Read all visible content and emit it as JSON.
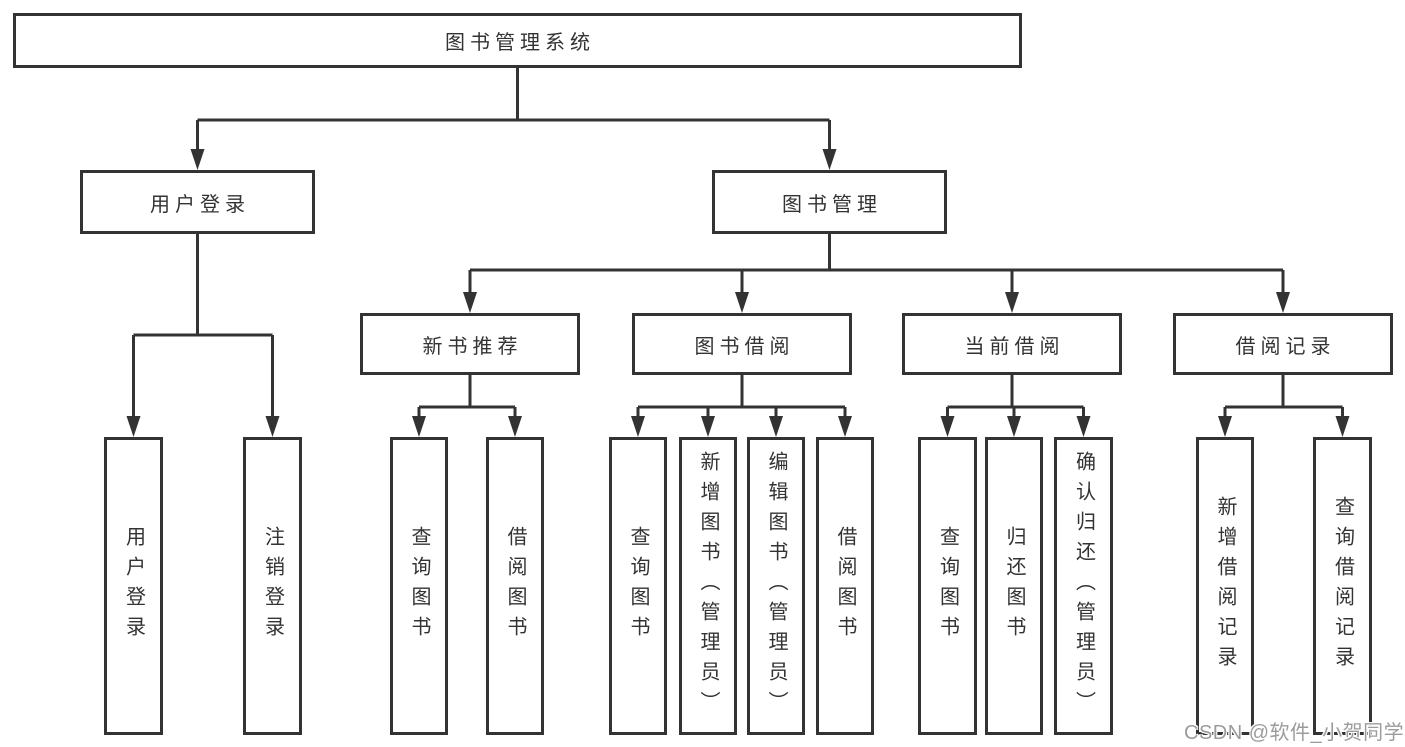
{
  "diagram_title": "图书管理系统",
  "tree": {
    "label": "图书管理系统",
    "children": [
      {
        "label": "用户登录",
        "children": [
          {
            "label": "用户登录"
          },
          {
            "label": "注销登录"
          }
        ]
      },
      {
        "label": "图书管理",
        "children": [
          {
            "label": "新书推荐",
            "children": [
              {
                "label": "查询图书"
              },
              {
                "label": "借阅图书"
              }
            ]
          },
          {
            "label": "图书借阅",
            "children": [
              {
                "label": "查询图书"
              },
              {
                "label": "新增图书（管理员）"
              },
              {
                "label": "编辑图书（管理员）"
              },
              {
                "label": "借阅图书"
              }
            ]
          },
          {
            "label": "当前借阅",
            "children": [
              {
                "label": "查询图书"
              },
              {
                "label": "归还图书"
              },
              {
                "label": "确认归还（管理员）"
              }
            ]
          },
          {
            "label": "借阅记录",
            "children": [
              {
                "label": "新增借阅记录"
              },
              {
                "label": "查询借阅记录"
              }
            ]
          }
        ]
      }
    ]
  },
  "watermark": {
    "text": "CSDN @软件_小贺同学"
  },
  "colors": {
    "background": "#ffffff",
    "line": "#333333",
    "box_border": "#333333",
    "text": "#333333",
    "watermark": "#9c9c9c"
  }
}
